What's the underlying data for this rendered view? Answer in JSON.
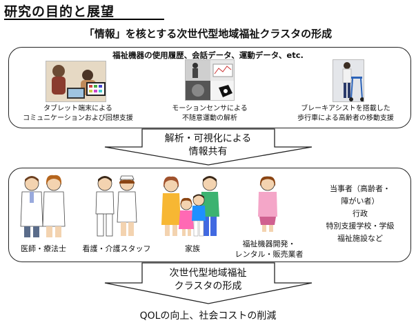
{
  "header": {
    "title": "研究の目的と展望",
    "subtitle": "「情報」を核とする次世代型地域福祉クラスタの形成"
  },
  "data_sources": {
    "heading": "福祉機器の使用履歴、会話データ、運動データ、etc.",
    "items": [
      {
        "line1": "タブレット端末による",
        "line2": "コミュニケーションおよび回想支援"
      },
      {
        "line1": "モーションセンサによる",
        "line2": "不随意運動の解析"
      },
      {
        "line1": "ブレーキアシストを搭載した",
        "line2": "歩行車による高齢者の移動支援"
      }
    ]
  },
  "flow1": {
    "line1": "解析・可視化による",
    "line2": "情報共有"
  },
  "stakeholders": {
    "groups": [
      {
        "label": "医師・療法士"
      },
      {
        "label": "看護・介護スタッフ"
      },
      {
        "label": "家族"
      },
      {
        "line1": "福祉機器開発・",
        "line2": "レンタル・販売業者"
      }
    ],
    "others": [
      "当事者（高齢者・",
      "障がい者）",
      "行政",
      "特別支援学校・学級",
      "福祉施設など"
    ]
  },
  "flow2": {
    "line1": "次世代型地域福祉",
    "line2": "クラスタの形成"
  },
  "outcome": "QOLの向上、社会コストの削減",
  "colors": {
    "border": "#222222",
    "arrow_fill": "#ffffff"
  }
}
